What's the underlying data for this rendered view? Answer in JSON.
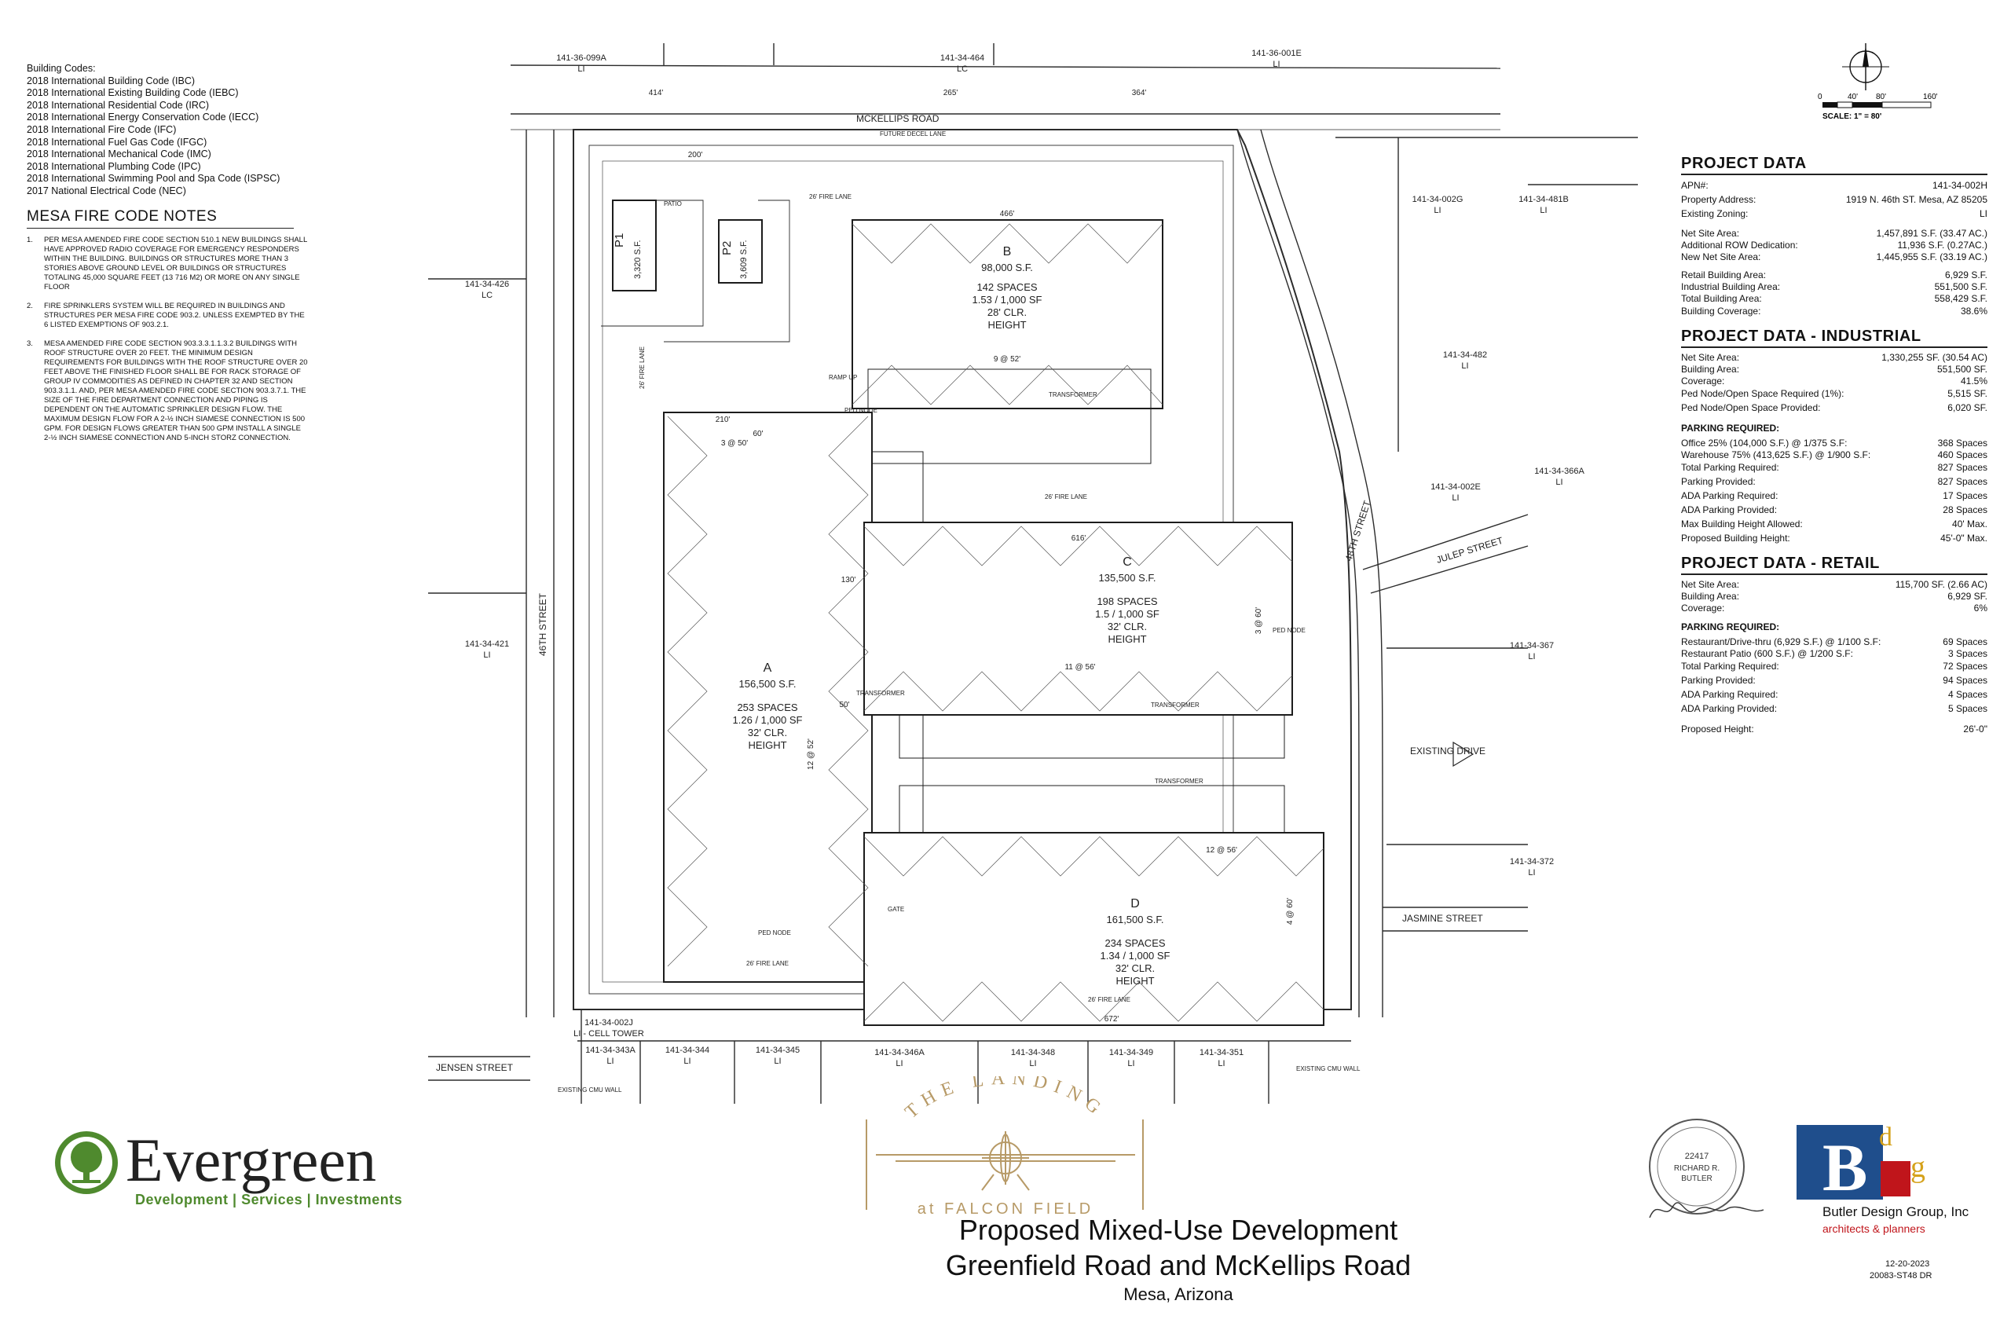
{
  "building_codes": {
    "heading": "Building Codes:",
    "items": [
      "2018 International Building Code (IBC)",
      "2018 International Existing Building Code (IEBC)",
      "2018 International Residential Code (IRC)",
      "2018 International Energy Conservation Code (IECC)",
      "2018 International Fire Code (IFC)",
      "2018 International Fuel Gas Code (IFGC)",
      "2018 International Mechanical Code (IMC)",
      "2018 International Plumbing Code (IPC)",
      "2018 International Swimming Pool and Spa Code (ISPSC)",
      "2017 National Electrical Code (NEC)"
    ]
  },
  "fire_notes": {
    "title": "MESA FIRE CODE NOTES",
    "items": [
      {
        "num": "1.",
        "text": "Per Mesa amended fire code section 510.1 new buildings shall have approved radio coverage for emergency responders within the building. Buildings or structures more than 3 stories above ground level or buildings or structures totaling 45,000 square feet (13 716 m2) or more on any single floor"
      },
      {
        "num": "2.",
        "text": "Fire sprinklers system will be required in buildings and structures per Mesa fire code 903.2. unless exempted by the 6 listed exemptions of 903.2.1."
      },
      {
        "num": "3.",
        "text": "Mesa amended fire code section 903.3.3.1.1.3.2 buildings with roof structure over 20 feet. The minimum design requirements for buildings with the roof structure over 20 feet above the finished floor shall be for rack storage of group IV commodities as defined in chapter 32 and section 903.3.1.1. And, per Mesa amended fire code section 903.3.7.1. The size of the fire department connection and piping is dependent on the automatic sprinkler design flow. The maximum design flow for a 2-½ inch siamese connection is 500 gpm. For design flows greater than 500 gpm install a single 2-½ inch siamese connection and 5-inch storz connection."
      }
    ]
  },
  "scale": {
    "ticks": [
      "0",
      "40'",
      "80'",
      "160'"
    ],
    "label": "SCALE: 1\" = 80'"
  },
  "project_data": {
    "title": "PROJECT DATA",
    "rows": [
      [
        "APN#:",
        "141-34-002H"
      ],
      [
        "Property Address:",
        "1919 N. 46th ST. Mesa, AZ 85205"
      ],
      [
        "Existing Zoning:",
        "LI"
      ],
      [
        "Net Site Area:",
        "1,457,891 S.F. (33.47 AC.)"
      ],
      [
        "Additional ROW Dedication:",
        "11,936 S.F. (0.27AC.)"
      ],
      [
        "New Net Site Area:",
        "1,445,955 S.F. (33.19 AC.)"
      ],
      [
        "Retail Building Area:",
        "6,929 S.F."
      ],
      [
        "Industrial Building Area:",
        "551,500 S.F."
      ],
      [
        "Total Building Area:",
        "558,429 S.F."
      ],
      [
        "Building Coverage:",
        "38.6%"
      ]
    ]
  },
  "industrial": {
    "title": "PROJECT DATA - INDUSTRIAL",
    "rows": [
      [
        "Net Site Area:",
        "1,330,255 SF. (30.54 AC)"
      ],
      [
        "Building Area:",
        "551,500 SF."
      ],
      [
        "Coverage:",
        "41.5%"
      ],
      [
        "Ped Node/Open Space Required (1%):",
        "5,515 SF."
      ],
      [
        "Ped Node/Open Space Provided:",
        "6,020 SF."
      ]
    ],
    "parking_heading": "PARKING REQUIRED:",
    "parking_rows": [
      [
        "Office 25% (104,000 S.F.) @ 1/375 S.F:",
        "368 Spaces"
      ],
      [
        "Warehouse 75% (413,625 S.F.) @ 1/900 S.F:",
        "460 Spaces"
      ],
      [
        "Total Parking Required:",
        "827 Spaces"
      ],
      [
        "Parking Provided:",
        "827 Spaces"
      ],
      [
        "ADA Parking Required:",
        "17 Spaces"
      ],
      [
        "ADA Parking Provided:",
        "28 Spaces"
      ],
      [
        "Max Building Height Allowed:",
        "40' Max."
      ],
      [
        "Proposed Building Height:",
        "45'-0\" Max."
      ]
    ]
  },
  "retail": {
    "title": "PROJECT DATA - RETAIL",
    "rows": [
      [
        "Net Site Area:",
        "115,700 SF. (2.66 AC)"
      ],
      [
        "Building Area:",
        "6,929 SF."
      ],
      [
        "Coverage:",
        "6%"
      ]
    ],
    "parking_heading": "PARKING REQUIRED:",
    "parking_rows": [
      [
        "Restaurant/Drive-thru (6,929 S.F.) @ 1/100 S.F:",
        "69 Spaces"
      ],
      [
        "Restaurant Patio (600 S.F.) @ 1/200 S.F:",
        "3 Spaces"
      ],
      [
        "Total Parking Required:",
        "72 Spaces"
      ],
      [
        "Parking Provided:",
        "94 Spaces"
      ],
      [
        "ADA Parking Required:",
        "4 Spaces"
      ],
      [
        "ADA Parking Provided:",
        "5 Spaces"
      ],
      [
        "Proposed Height:",
        "26'-0\""
      ]
    ]
  },
  "plan": {
    "streets": {
      "north": "MCKELLIPS ROAD",
      "west": "46TH STREET",
      "east": "48TH STREET",
      "julep": "JULEP STREET",
      "jasmine": "JASMINE STREET",
      "jensen": "JENSEN STREET",
      "drive": "EXISTING DRIVE"
    },
    "dims": [
      "414'",
      "265'",
      "364'"
    ],
    "parcels": [
      {
        "apn": "141-36-099A",
        "zone": "LI"
      },
      {
        "apn": "141-34-464",
        "zone": "LC"
      },
      {
        "apn": "141-36-001E",
        "zone": "LI"
      },
      {
        "apn": "141-34-426",
        "zone": "LC"
      },
      {
        "apn": "141-34-421",
        "zone": "LI"
      },
      {
        "apn": "141-34-002G",
        "zone": "LI"
      },
      {
        "apn": "141-34-481B",
        "zone": "LI"
      },
      {
        "apn": "141-34-482",
        "zone": "LI"
      },
      {
        "apn": "141-34-366A",
        "zone": "LI"
      },
      {
        "apn": "141-34-002E",
        "zone": "LI"
      },
      {
        "apn": "141-34-367",
        "zone": "LI"
      },
      {
        "apn": "141-34-372",
        "zone": "LI"
      },
      {
        "apn": "141-34-002J",
        "zone": "LI - CELL TOWER"
      },
      {
        "apn": "141-34-343A",
        "zone": "LI"
      },
      {
        "apn": "141-34-344",
        "zone": "LI"
      },
      {
        "apn": "141-34-345",
        "zone": "LI"
      },
      {
        "apn": "141-34-346A",
        "zone": "LI"
      },
      {
        "apn": "141-34-348",
        "zone": "LI"
      },
      {
        "apn": "141-34-349",
        "zone": "LI"
      },
      {
        "apn": "141-34-351",
        "zone": "LI"
      }
    ],
    "buildings": [
      {
        "id": "A",
        "area": "156,500 S.F.",
        "spaces": "253 SPACES",
        "ratio": "1.26 / 1,000 SF",
        "clr": "32' CLR.",
        "height": "HEIGHT"
      },
      {
        "id": "B",
        "area": "98,000 S.F.",
        "spaces": "142 SPACES",
        "ratio": "1.53 / 1,000 SF",
        "clr": "28' CLR.",
        "height": "HEIGHT"
      },
      {
        "id": "C",
        "area": "135,500 S.F.",
        "spaces": "198 SPACES",
        "ratio": "1.5 / 1,000 SF",
        "clr": "32' CLR.",
        "height": "HEIGHT"
      },
      {
        "id": "D",
        "area": "161,500 S.F.",
        "spaces": "234 SPACES",
        "ratio": "1.34 / 1,000 SF",
        "clr": "32' CLR.",
        "height": "HEIGHT"
      }
    ],
    "pads": [
      {
        "id": "P1",
        "area": "3,320 S.F."
      },
      {
        "id": "P2",
        "area": "3,609 S.F."
      }
    ],
    "labels": {
      "fire_lane": "26' FIRE LANE",
      "transformer": "TRANSFORMER",
      "future_decel": "FUTURE DECEL LANE",
      "existing_cmu": "EXISTING CMU WALL",
      "ped_node": "PED NODE",
      "gate": "GATE",
      "patio": "PATIO",
      "ramp": "RAMP UP"
    },
    "building_dims": [
      "466'",
      "616'",
      "672'",
      "210'",
      "200'",
      "130'"
    ],
    "bay_dims": [
      "3 @ 50'",
      "12 @ 52'",
      "9 @ 52'",
      "3 @ 60'",
      "11 @ 56'",
      "12 @ 56'",
      "4 @ 60'",
      "60'",
      "50'"
    ]
  },
  "logo_landing": {
    "line1": "THE LANDING",
    "line2": "at FALCON FIELD"
  },
  "title": {
    "line1": "Proposed Mixed-Use Development",
    "line2": "Greenfield Road and McKellips Road",
    "line3": "Mesa, Arizona"
  },
  "evergreen": {
    "name": "Evergreen",
    "sub": "Development | Services | Investments"
  },
  "seal": {
    "number": "22417",
    "name1": "RICHARD R.",
    "name2": "BUTLER"
  },
  "bdg": {
    "name": "Butler Design Group, Inc",
    "sub": "architects & planners"
  },
  "sheet": {
    "date": "12-20-2023",
    "number": "20083-ST48 DR"
  },
  "colors": {
    "plan_line": "#2b2b2b",
    "evergreen_green": "#4f8a2e",
    "bdg_blue": "#1f4e8c",
    "bdg_red": "#c0151b",
    "bdg_gold": "#d5a21c",
    "landing_gold": "#b79a67"
  }
}
